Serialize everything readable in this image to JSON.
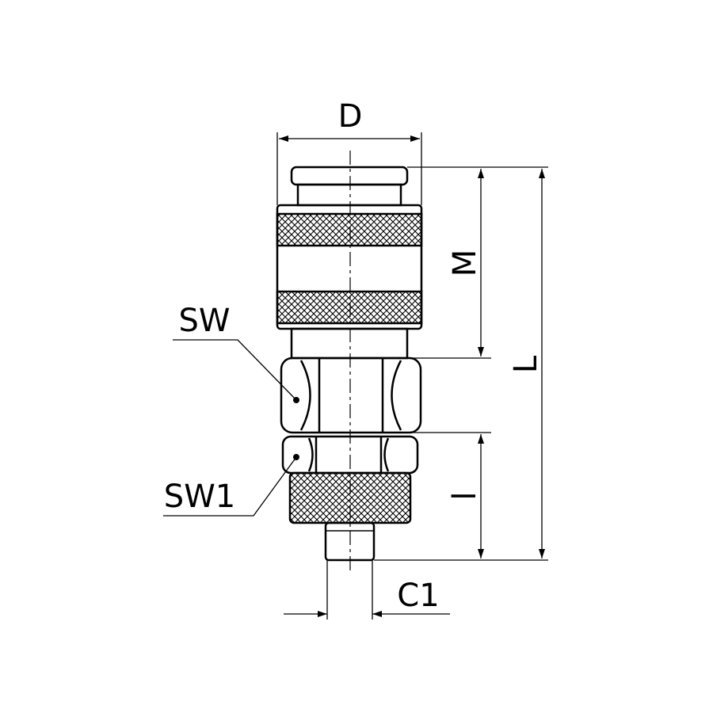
{
  "labels": {
    "D": "D",
    "M": "M",
    "L": "L",
    "SW": "SW",
    "SW1": "SW1",
    "l": "l",
    "C1": "C1"
  },
  "colors": {
    "line": "#000000",
    "background": "#ffffff"
  }
}
